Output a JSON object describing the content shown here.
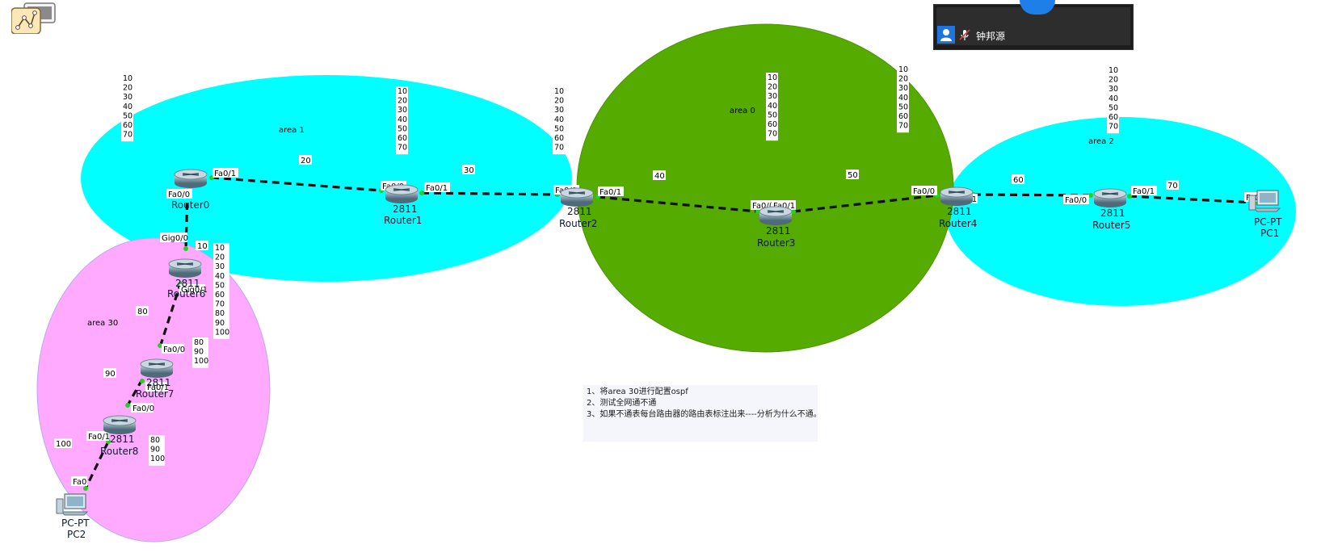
{
  "areas": {
    "area1": "area 1",
    "area0": "area 0",
    "area2": "area 2",
    "area30": "area 30"
  },
  "colors": {
    "area1": "#00ffff",
    "area0": "#55ab00",
    "area2": "#00ffff",
    "area30": "#ffaaff",
    "link": "#111111",
    "port_dot": "#21d321"
  },
  "devices": {
    "router0": {
      "model": "2811",
      "name": "Router0"
    },
    "router1": {
      "model": "2811",
      "name": "Router1"
    },
    "router2": {
      "model": "2811",
      "name": "Router2"
    },
    "router3": {
      "model": "2811",
      "name": "Router3"
    },
    "router4": {
      "model": "2811",
      "name": "Router4"
    },
    "router5": {
      "model": "2811",
      "name": "Router5"
    },
    "router6": {
      "model": "2811",
      "name": "Router6"
    },
    "router7": {
      "model": "2811",
      "name": "Router7"
    },
    "router8": {
      "model": "2811",
      "name": "Router8"
    },
    "pc1": {
      "model": "PC-PT",
      "name": "PC1"
    },
    "pc2": {
      "model": "PC-PT",
      "name": "PC2"
    }
  },
  "ports": {
    "r0_fa01": "Fa0/1",
    "r0_fa00": "Fa0/0",
    "r1_fa00": "Fa0/0",
    "r1_fa01": "Fa0/1",
    "r2_fa00": "Fa0/0",
    "r2_fa01": "Fa0/1",
    "r3_fa00": "Fa0/(",
    "r3_fa01": "Fa0/1",
    "r4_fa00": "Fa0/0",
    "r4_fa01": "Fa0/1",
    "r5_fa00": "Fa0/0",
    "r5_fa01": "Fa0/1",
    "pc1_fa0": "Fa0",
    "r6_gig00": "Gig0/0",
    "r6_gig01": "Gig0/1",
    "r7_fa00": "Fa0/0",
    "r7_fa01": "Fa0/1",
    "r8_fa00": "Fa0/0",
    "r8_fa01": "Fa0/1",
    "pc2_fa0": "Fa0"
  },
  "networks": {
    "n10": "10",
    "n20": "20",
    "n30": "30",
    "n40": "40",
    "n50": "50",
    "n60": "60",
    "n70": "70",
    "n80": "80",
    "n90": "90",
    "n100": "100"
  },
  "route_lists": {
    "r0": [
      "10",
      "20",
      "30",
      "40",
      "50",
      "60",
      "70"
    ],
    "r1": [
      "10",
      "20",
      "30",
      "40",
      "50",
      "60",
      "70"
    ],
    "r2": [
      "10",
      "20",
      "30",
      "40",
      "50",
      "60",
      "70"
    ],
    "r3": [
      "10",
      "20",
      "30",
      "40",
      "50",
      "60",
      "70"
    ],
    "r4": [
      "10",
      "20",
      "30",
      "40",
      "50",
      "60",
      "70"
    ],
    "r5": [
      "10",
      "20",
      "30",
      "40",
      "50",
      "60",
      "70"
    ],
    "r6": [
      "10",
      "20",
      "30",
      "40",
      "50",
      "60",
      "70",
      "80",
      "90",
      "100"
    ],
    "r7": [
      "80",
      "90",
      "100"
    ],
    "r8": [
      "80",
      "90",
      "100"
    ]
  },
  "tasks": [
    "1、将area 30进行配置ospf",
    "2、测试全网通不通",
    "3、如果不通表每台路由器的路由表标注出来----分析为什么不通。"
  ],
  "meeting": {
    "participant_name": "钟邦源"
  }
}
